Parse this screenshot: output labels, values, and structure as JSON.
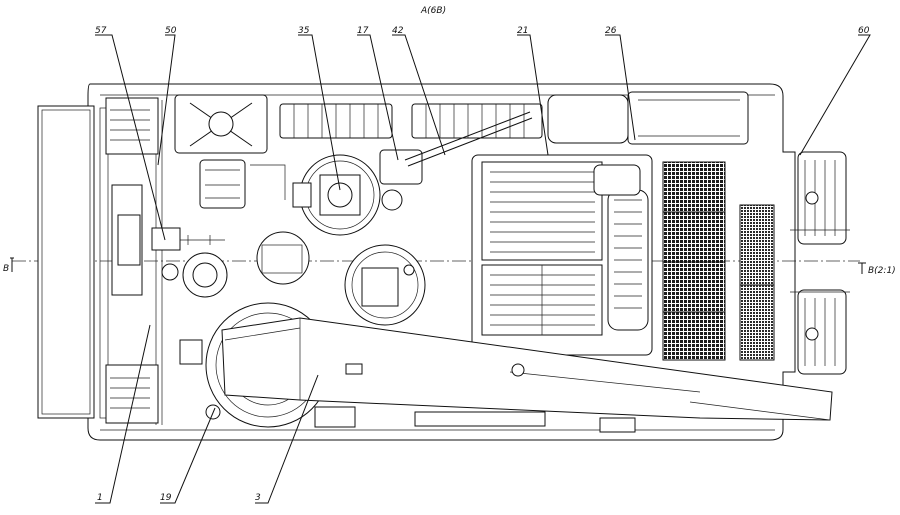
{
  "view_label": "A(6B)",
  "section_left": "B",
  "section_right": "B(2:1)",
  "callouts": [
    {
      "text": "57"
    },
    {
      "text": "50"
    },
    {
      "text": "35"
    },
    {
      "text": "17"
    },
    {
      "text": "42"
    },
    {
      "text": "21"
    },
    {
      "text": "26"
    },
    {
      "text": "60"
    },
    {
      "text": "1"
    },
    {
      "text": "19"
    },
    {
      "text": "3"
    }
  ]
}
